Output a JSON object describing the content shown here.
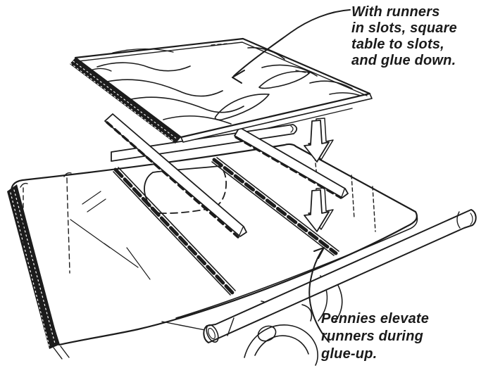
{
  "figure": {
    "kind": "woodworking line illustration",
    "subject": "Gluing hardwood runners into table-saw miter slots",
    "background_color": "#ffffff",
    "ink_color": "#1c1c1c"
  },
  "annotations": {
    "top_note": {
      "lines": [
        "With runners",
        "in slots, square",
        "table to slots,",
        "and glue down."
      ]
    },
    "bottom_note": {
      "lines": [
        "Pennies elevate",
        "runners during",
        "glue-up."
      ]
    }
  }
}
